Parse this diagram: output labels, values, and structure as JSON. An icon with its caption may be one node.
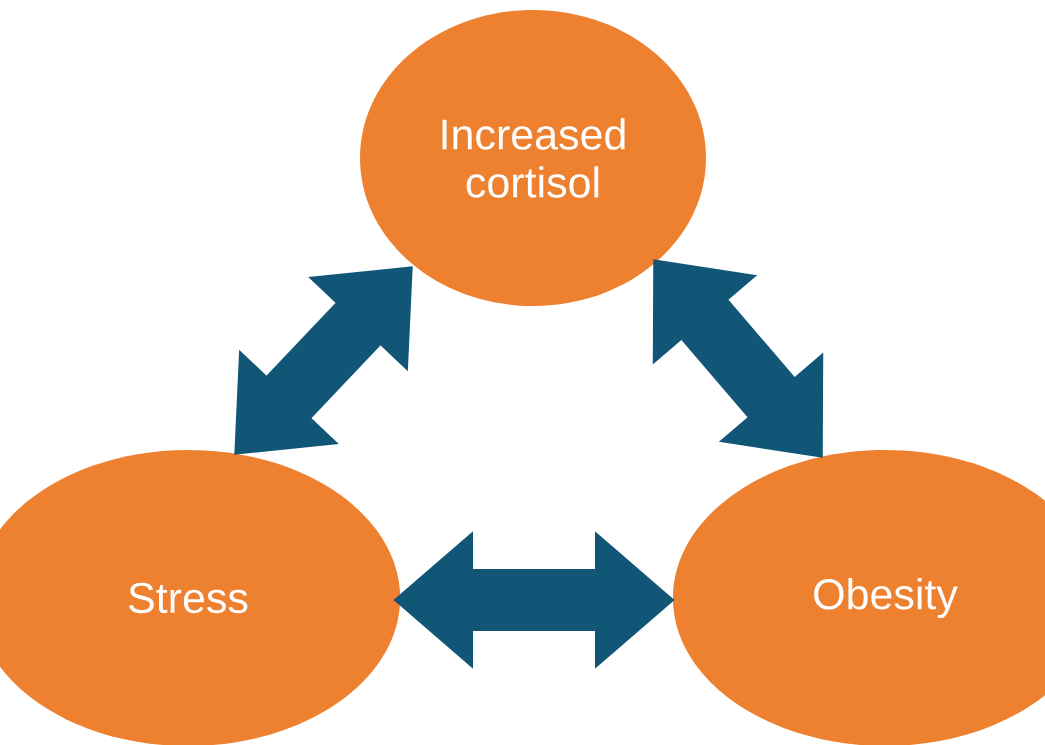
{
  "diagram": {
    "nodes": [
      {
        "text": [
          "Increased cortisol"
        ]
      },
      {
        "text": [
          "Stress"
        ]
      },
      {
        "text": [
          "Obesity"
        ]
      }
    ],
    "edges": [
      {
        "from": 1,
        "to": 0,
        "arrow": "both"
      },
      {
        "from": 0,
        "to": 2,
        "arrow": "both"
      },
      {
        "from": 1,
        "to": 2,
        "arrow": "both"
      }
    ]
  }
}
